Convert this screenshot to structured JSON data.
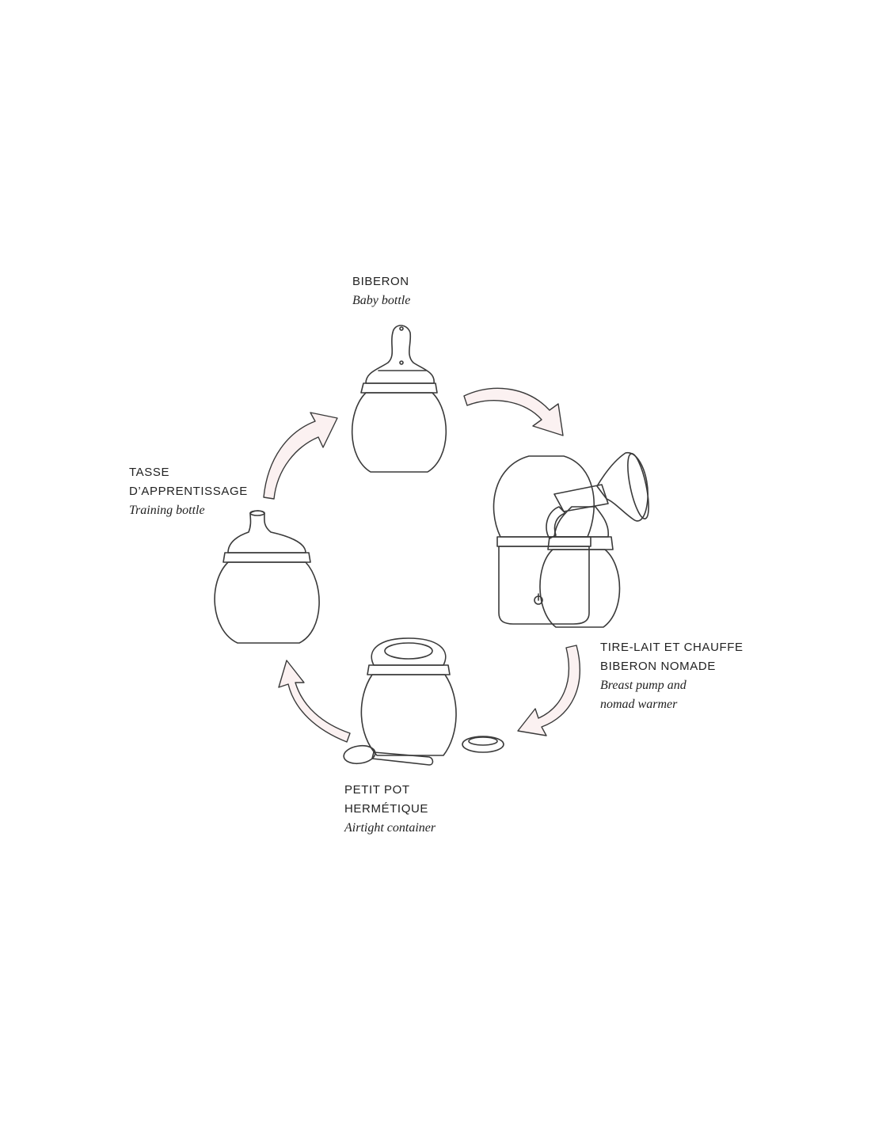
{
  "labels": {
    "bottle": {
      "fr": "BIBERON",
      "en": "Baby bottle"
    },
    "training": {
      "fr_line1": "TASSE",
      "fr_line2": "D’APPRENTISSAGE",
      "en": "Training bottle"
    },
    "pump": {
      "fr_line1": "TIRE-LAIT ET CHAUFFE",
      "fr_line2": "BIBERON NOMADE",
      "en_line1": "Breast pump and",
      "en_line2": "nomad warmer"
    },
    "container": {
      "fr_line1": "PETIT POT",
      "fr_line2": "HERMÉTIQUE",
      "en": "Airtight container"
    }
  },
  "colors": {
    "outline": "#3a3a3a",
    "arrow_fill": "#fbf1f1",
    "cream_fill": "#fbf9ea",
    "blue_fill": "#f3f5f8",
    "pink_fill": "#fbf1f1",
    "green_fill": "#f7f8e8"
  }
}
